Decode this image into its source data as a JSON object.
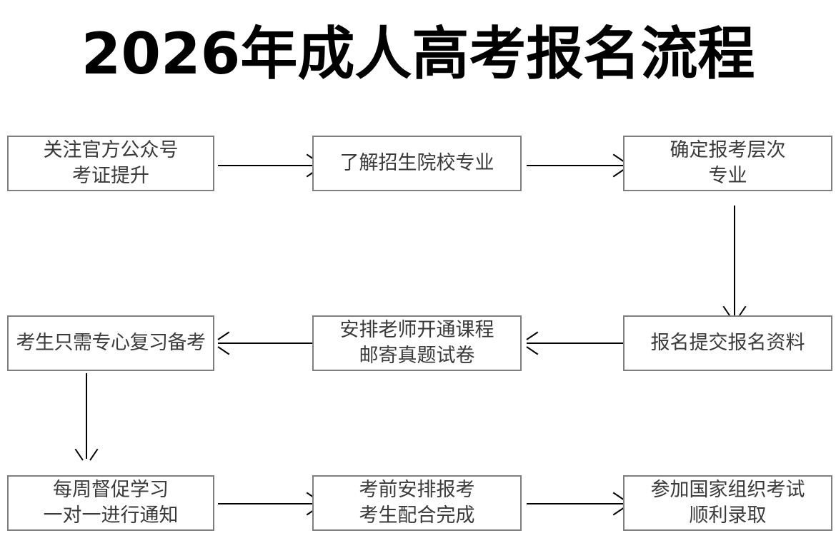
{
  "page": {
    "title": "2026年成人高考报名流程",
    "background": "#ffffff",
    "box_border_color": "#7f7f7f",
    "text_color": "#3a3a3a",
    "arrow_color": "#000000"
  },
  "flow": {
    "nodes": [
      {
        "id": "n1",
        "lines": [
          "关注官方公众号",
          "考证提升"
        ]
      },
      {
        "id": "n2",
        "lines": [
          "了解招生院校专业"
        ]
      },
      {
        "id": "n3",
        "lines": [
          "确定报考层次",
          "专业"
        ]
      },
      {
        "id": "n4",
        "lines": [
          "考生只需专心复习备考"
        ]
      },
      {
        "id": "n5",
        "lines": [
          "安排老师开通课程",
          "邮寄真题试卷"
        ]
      },
      {
        "id": "n6",
        "lines": [
          "报名提交报名资料"
        ]
      },
      {
        "id": "n7",
        "lines": [
          "每周督促学习",
          "一对一进行通知"
        ]
      },
      {
        "id": "n8",
        "lines": [
          "考前安排报考",
          "考生配合完成"
        ]
      },
      {
        "id": "n9",
        "lines": [
          "参加国家组织考试",
          "顺利录取"
        ]
      }
    ],
    "connectors": [
      {
        "id": "c1",
        "from": "n1",
        "to": "n2",
        "direction": "right"
      },
      {
        "id": "c2",
        "from": "n2",
        "to": "n3",
        "direction": "right"
      },
      {
        "id": "c3",
        "from": "n3",
        "to": "n6",
        "direction": "down"
      },
      {
        "id": "c4",
        "from": "n6",
        "to": "n5",
        "direction": "left"
      },
      {
        "id": "c5",
        "from": "n5",
        "to": "n4",
        "direction": "left"
      },
      {
        "id": "c6",
        "from": "n4",
        "to": "n7",
        "direction": "down"
      },
      {
        "id": "c7",
        "from": "n7",
        "to": "n8",
        "direction": "right"
      },
      {
        "id": "c8",
        "from": "n8",
        "to": "n9",
        "direction": "right"
      }
    ]
  }
}
